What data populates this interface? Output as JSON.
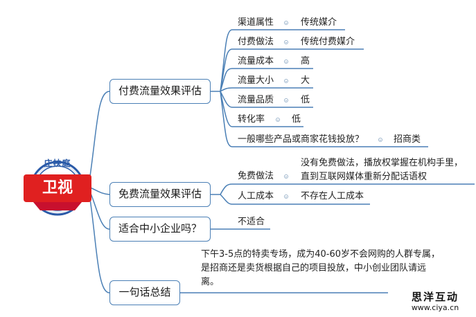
{
  "central": {
    "label": "卫视",
    "badge_text": "庄扶庭"
  },
  "branches": [
    {
      "label": "付费流量效果评估",
      "items": [
        {
          "key": "渠道属性",
          "value": "传统媒介"
        },
        {
          "key": "付费做法",
          "value": "传统付费媒介"
        },
        {
          "key": "流量成本",
          "value": "高"
        },
        {
          "key": "流量大小",
          "value": "大"
        },
        {
          "key": "流量品质",
          "value": "低"
        },
        {
          "key": "转化率",
          "value": "低"
        },
        {
          "key": "一般哪些产品或商家花钱投放？",
          "value": "招商类"
        }
      ]
    },
    {
      "label": "免费流量效果评估",
      "items": [
        {
          "key": "免费做法",
          "value": "没有免费做法，播放权掌握在机构手里，直到互联网媒体重新分配话语权"
        },
        {
          "key": "人工成本",
          "value": "不存在人工成本"
        }
      ]
    },
    {
      "label": "适合中小企业吗？",
      "items": [
        {
          "value": "不适合"
        }
      ]
    },
    {
      "label": "一句话总结",
      "items": [
        {
          "value": "下午3-5点的特卖专场，成为40-60岁不会网购的人群专属，是招商还是卖货根据自己的项目投放，中小创业团队请远离。"
        }
      ]
    }
  ],
  "watermark": {
    "name": "思洋互动",
    "url": "www.ciya.cn"
  },
  "colors": {
    "line": "#4a7fb5",
    "central_red": "#e02020",
    "central_blue": "#2a5aa8"
  }
}
